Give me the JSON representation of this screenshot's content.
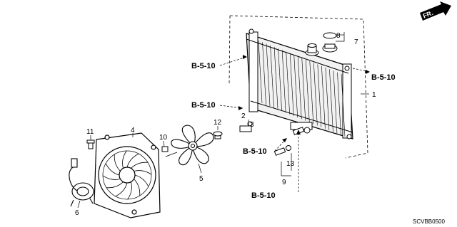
{
  "diagram": {
    "callouts": {
      "c1": "1",
      "c2": "2",
      "c3": "3",
      "c4": "4",
      "c5": "5",
      "c6": "6",
      "c7": "7",
      "c8": "8",
      "c9": "9",
      "c10": "10",
      "c11": "11",
      "c12": "12",
      "c13": "13"
    },
    "refs": {
      "r1": "B-5-10",
      "r2": "B-5-10",
      "r3": "B-5-10",
      "r4": "B-5-10",
      "r5": "B-5-10"
    },
    "direction": "FR.",
    "code": "SCVBB0500"
  }
}
